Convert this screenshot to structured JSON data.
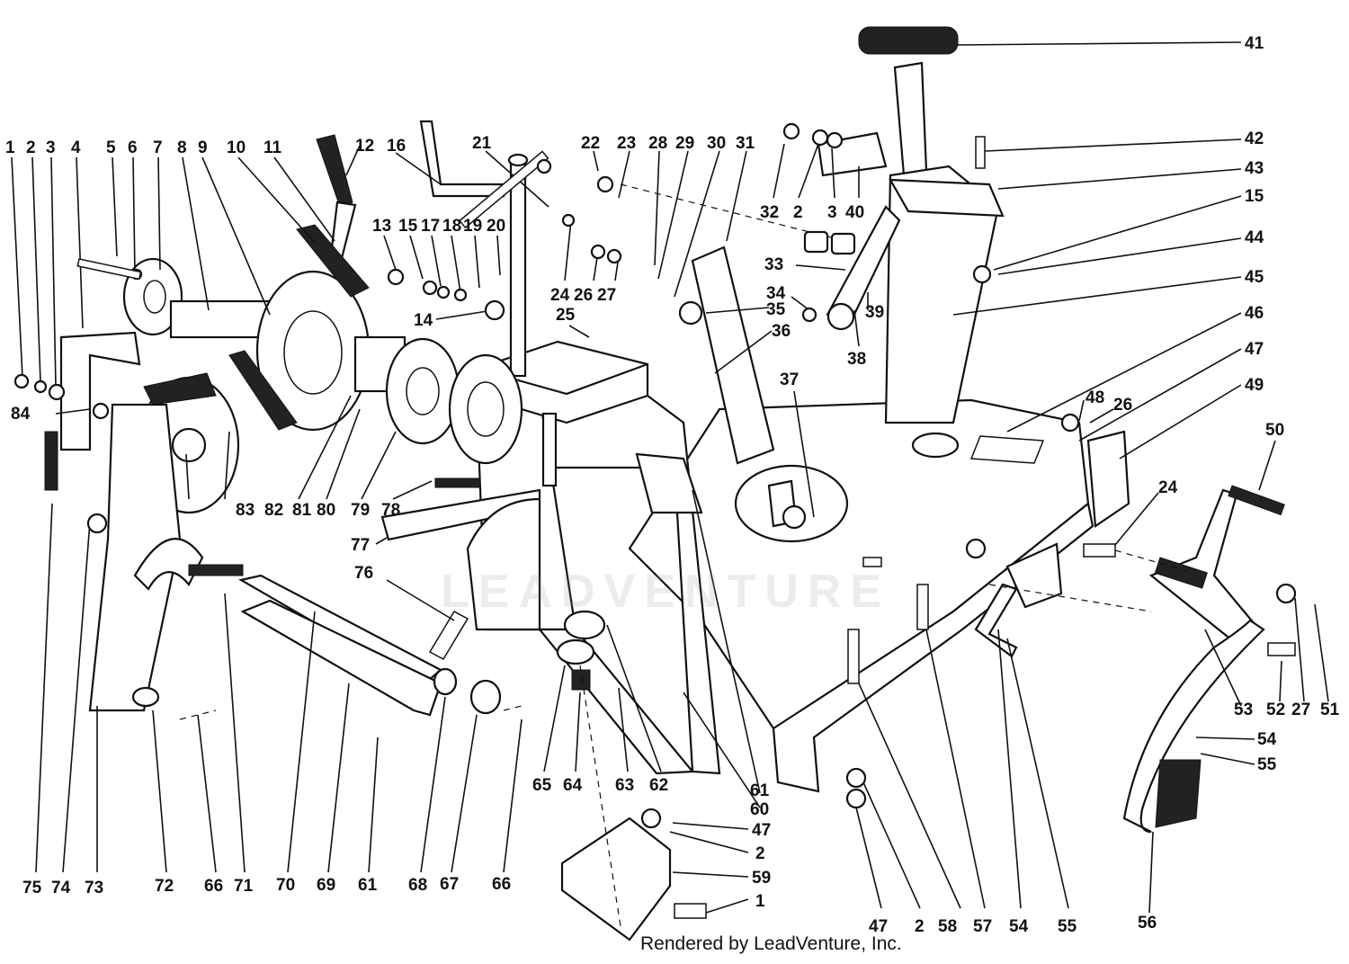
{
  "watermark": "LEADVENTURE",
  "credit": "Rendered by LeadVenture, Inc.",
  "callouts": {
    "c1a": "1",
    "c2a": "2",
    "c3a": "3",
    "c4": "4",
    "c5": "5",
    "c6": "6",
    "c7": "7",
    "c8": "8",
    "c9": "9",
    "c10": "10",
    "c11": "11",
    "c12": "12",
    "c13": "13",
    "c15a": "15",
    "c17": "17",
    "c18": "18",
    "c19": "19",
    "c20": "20",
    "c16": "16",
    "c21": "21",
    "c14": "14",
    "c22": "22",
    "c23": "23",
    "c28": "28",
    "c29": "29",
    "c30": "30",
    "c31": "31",
    "c24a": "24",
    "c26a": "26",
    "c27a": "27",
    "c25": "25",
    "c32": "32",
    "c2b": "2",
    "c3b": "3",
    "c40": "40",
    "c33": "33",
    "c34": "34",
    "c35": "35",
    "c36": "36",
    "c37": "37",
    "c38": "38",
    "c39": "39",
    "c41": "41",
    "c42": "42",
    "c43": "43",
    "c15b": "15",
    "c44": "44",
    "c45": "45",
    "c46": "46",
    "c47a": "47",
    "c49": "49",
    "c48": "48",
    "c26b": "26",
    "c50": "50",
    "c24b": "24",
    "c53": "53",
    "c52": "52",
    "c27b": "27",
    "c51": "51",
    "c54b": "54",
    "c55b": "55",
    "c56": "56",
    "c84": "84",
    "c83": "83",
    "c82": "82",
    "c81": "81",
    "c80": "80",
    "c79": "79",
    "c78": "78",
    "c77": "77",
    "c76": "76",
    "c75": "75",
    "c74": "74",
    "c73": "73",
    "c72": "72",
    "c66a": "66",
    "c71": "71",
    "c70": "70",
    "c69": "69",
    "c61a": "61",
    "c68": "68",
    "c67": "67",
    "c66b": "66",
    "c65": "65",
    "c64": "64",
    "c63": "63",
    "c62": "62",
    "c61b": "61",
    "c60": "60",
    "c47b": "47",
    "c2c": "2",
    "c59": "59",
    "c1b": "1",
    "c47c": "47",
    "c2d": "2",
    "c58": "58",
    "c57": "57",
    "c54a": "54",
    "c55a": "55"
  }
}
